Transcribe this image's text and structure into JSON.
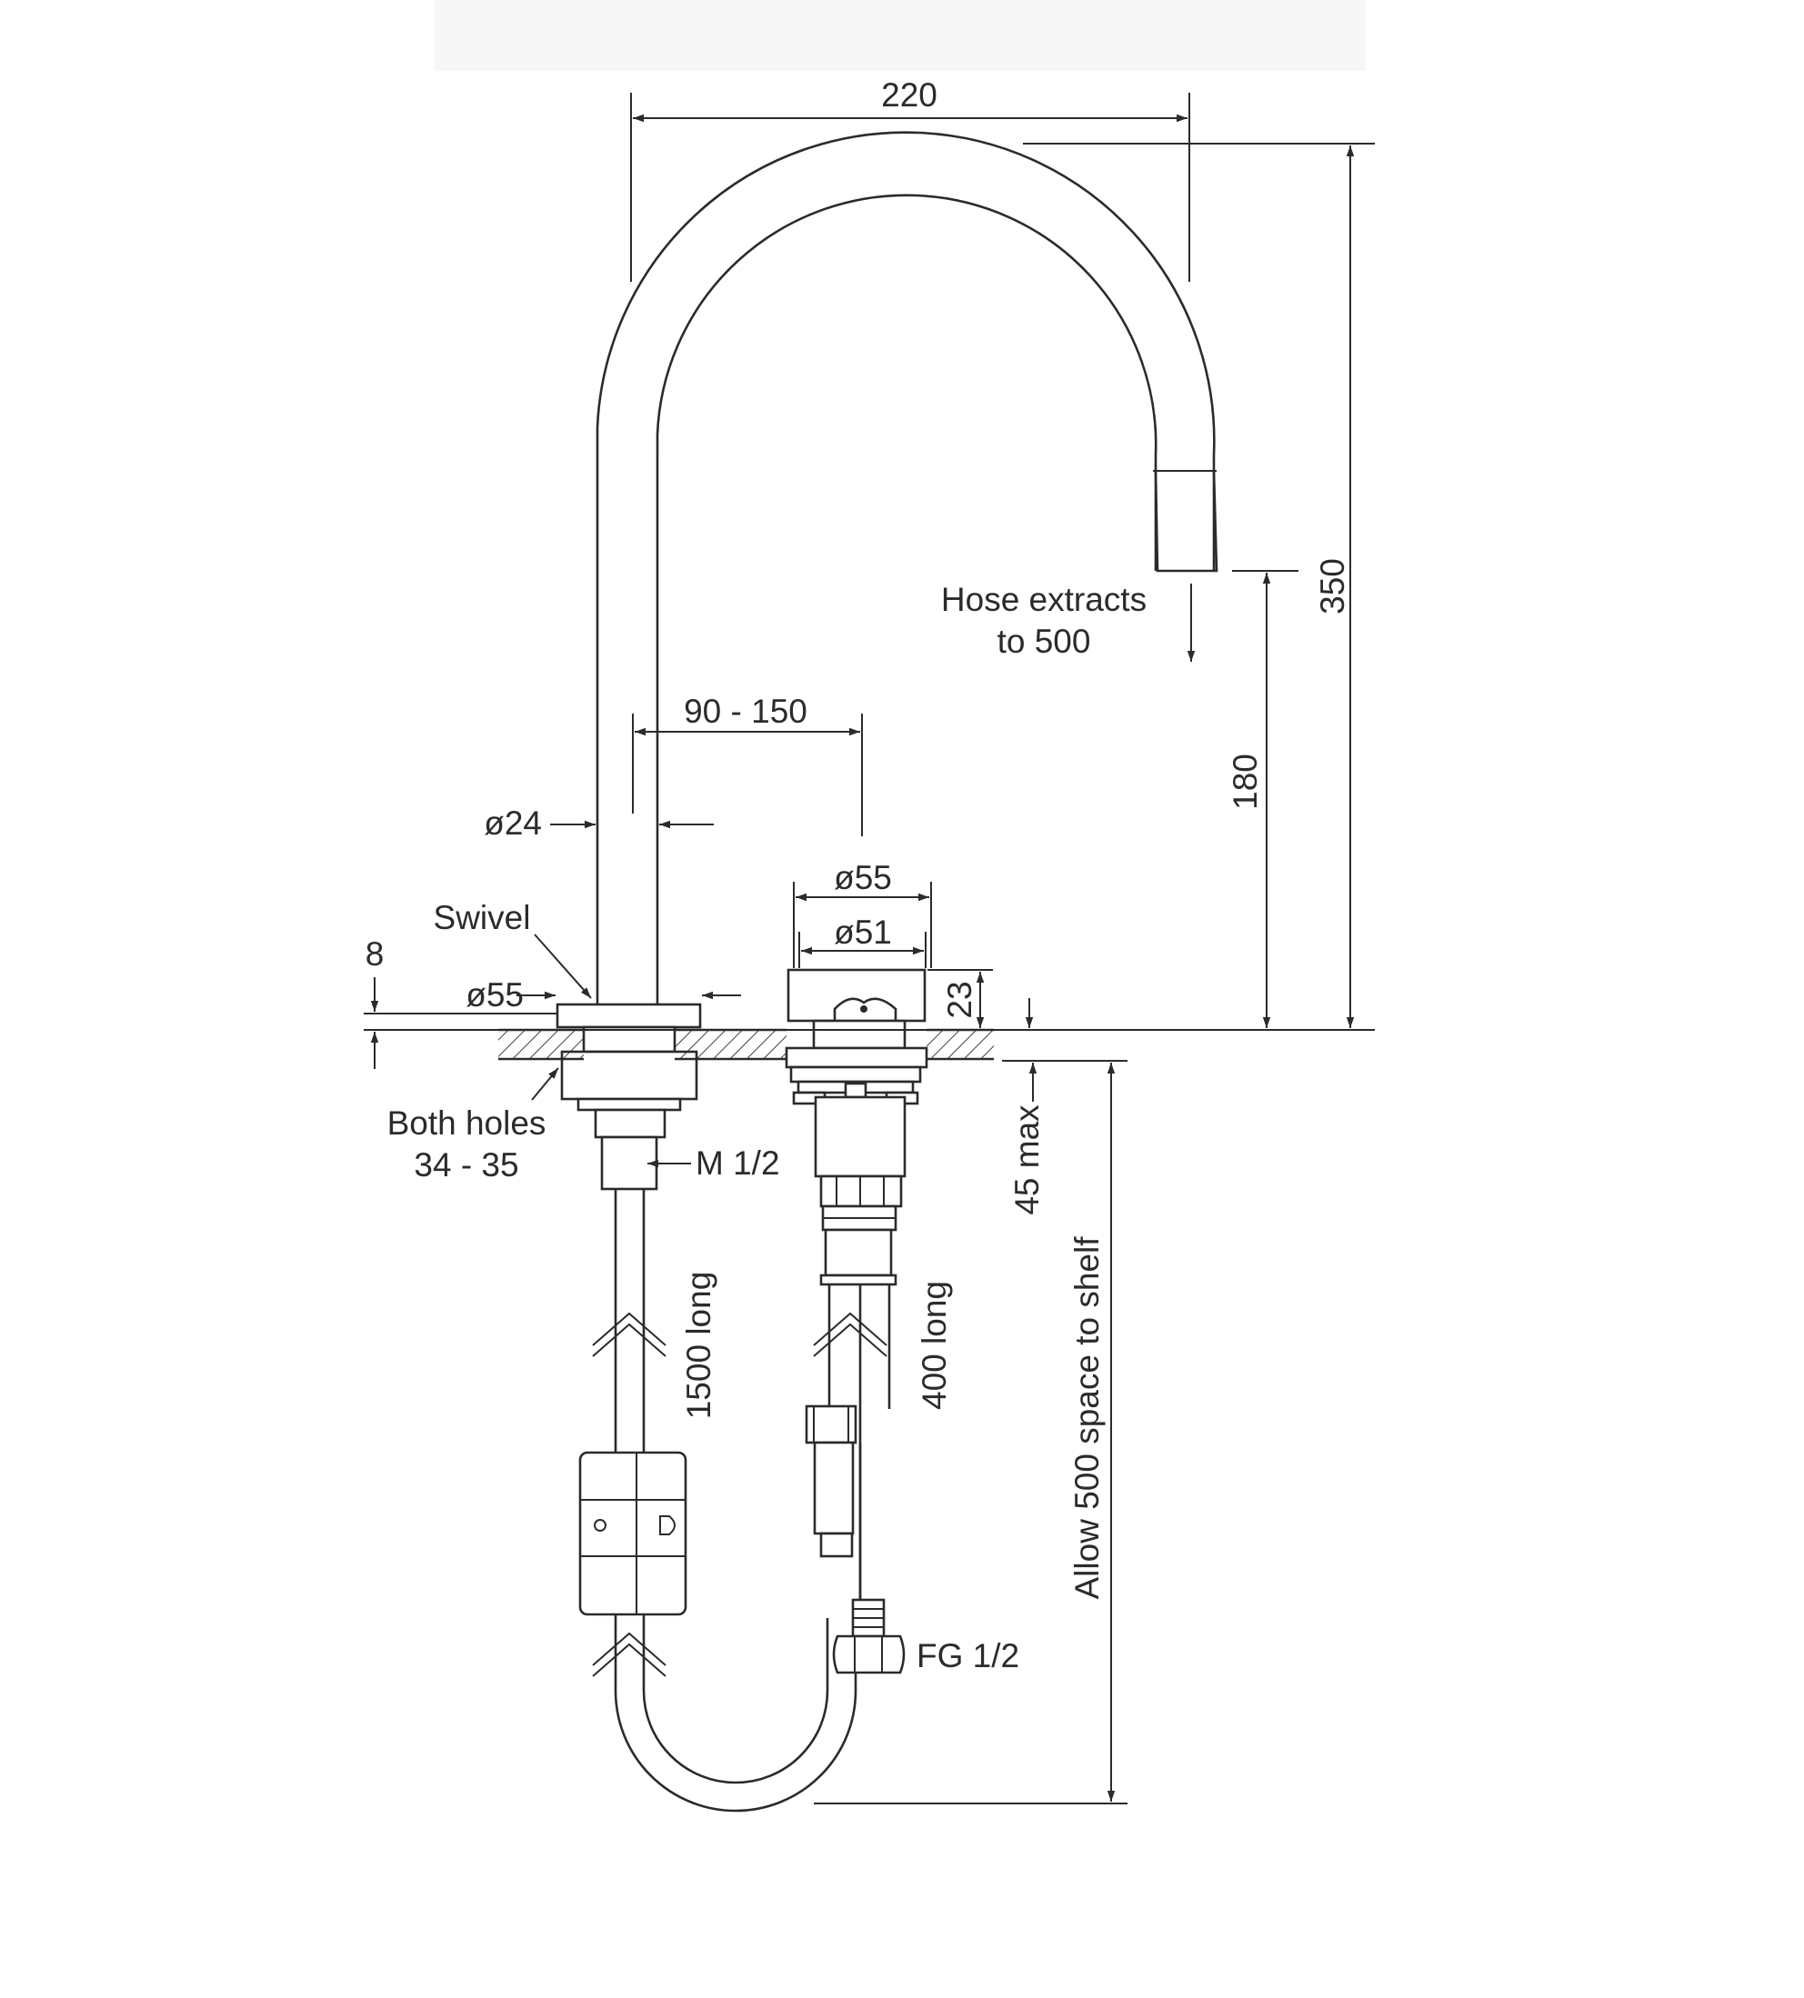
{
  "dimensions": {
    "spout_reach": "220",
    "total_height": "350",
    "outlet_height": "180",
    "spout_to_lever": "90 - 150",
    "spout_diameter": "ø24",
    "lever_outer_diameter": "ø55",
    "lever_inner_diameter": "ø51",
    "lever_height": "23",
    "base_diameter": "ø55",
    "base_thickness": "8",
    "deck_thickness_max": "45 max"
  },
  "labels": {
    "hose_line1": "Hose extracts",
    "hose_line2": "to 500",
    "swivel": "Swivel",
    "holes_line1": "Both holes",
    "holes_line2": "34 - 35",
    "thread_spout": "M 1/2",
    "thread_valve": "FG 1/2",
    "hose_spout_length": "1500 long",
    "hose_valve_length": "400 long",
    "shelf_space": "Allow 500 space to shelf"
  },
  "colors": {
    "line": "#2b2b2b",
    "background": "#ffffff"
  }
}
